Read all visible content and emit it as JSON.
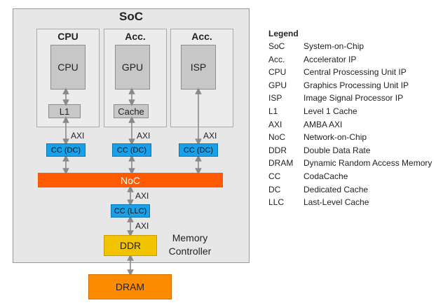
{
  "soc": {
    "title": "SoC",
    "clusters": [
      {
        "title": "CPU",
        "core": "CPU",
        "cache": "L1"
      },
      {
        "title": "Acc.",
        "core": "GPU",
        "cache": "Cache"
      },
      {
        "title": "Acc.",
        "core": "ISP",
        "cache": ""
      }
    ],
    "axi_label": "AXI",
    "cc_dc_label": "CC (DC)",
    "noc_label": "NoC",
    "cc_llc_label": "CC (LLC)",
    "ddr_label": "DDR",
    "memory_controller_label": "Memory\nController"
  },
  "dram_label": "DRAM",
  "legend": {
    "title": "Legend",
    "items": [
      {
        "abbr": "SoC",
        "desc": "System-on-Chip"
      },
      {
        "abbr": "Acc.",
        "desc": "Accelerator IP"
      },
      {
        "abbr": "CPU",
        "desc": "Central Proscessing Unit IP"
      },
      {
        "abbr": "GPU",
        "desc": "Graphics Processing Unit IP"
      },
      {
        "abbr": "ISP",
        "desc": "Image Signal Processor IP"
      },
      {
        "abbr": "L1",
        "desc": "Level 1 Cache"
      },
      {
        "abbr": "AXI",
        "desc": "AMBA AXI"
      },
      {
        "abbr": "NoC",
        "desc": "Network-on-Chip"
      },
      {
        "abbr": "DDR",
        "desc": "Double Data Rate"
      },
      {
        "abbr": "DRAM",
        "desc": "Dynamic Random Access Memory"
      },
      {
        "abbr": "CC",
        "desc": "CodaCache"
      },
      {
        "abbr": "DC",
        "desc": "Dedicated Cache"
      },
      {
        "abbr": "LLC",
        "desc": "Last-Level Cache"
      }
    ]
  }
}
